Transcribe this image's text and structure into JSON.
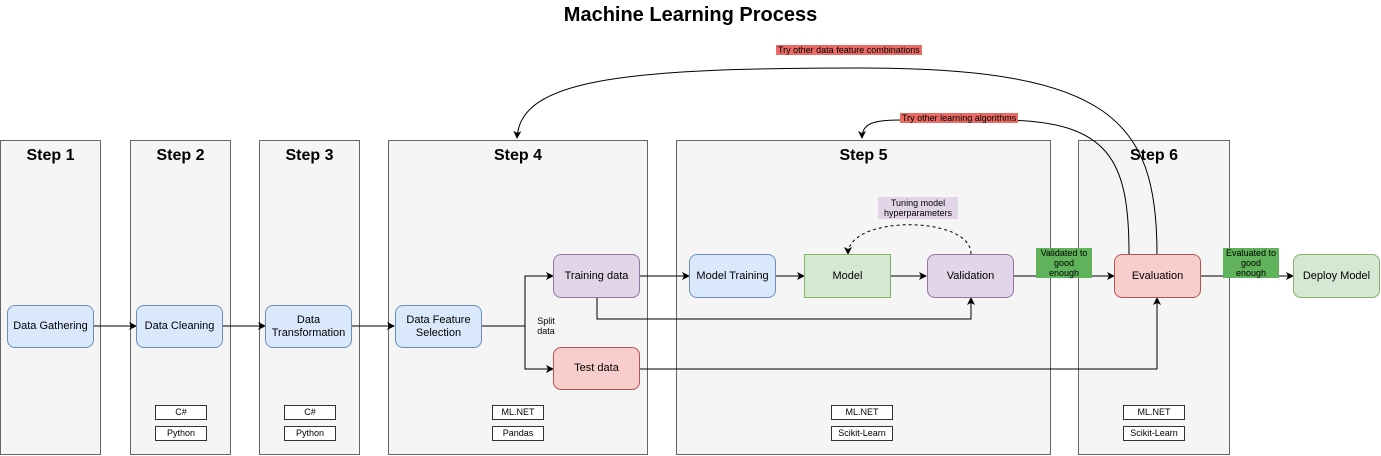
{
  "title": "Machine Learning Process",
  "steps": [
    {
      "label": "Step 1"
    },
    {
      "label": "Step 2"
    },
    {
      "label": "Step 3"
    },
    {
      "label": "Step 4"
    },
    {
      "label": "Step 5"
    },
    {
      "label": "Step 6"
    }
  ],
  "nodes": {
    "data_gathering": "Data Gathering",
    "data_cleaning": "Data Cleaning",
    "data_transformation": "Data Transformation",
    "data_feature_selection": "Data Feature Selection",
    "training_data": "Training data",
    "test_data": "Test data",
    "model_training": "Model Training",
    "model": "Model",
    "validation": "Validation",
    "evaluation": "Evaluation",
    "deploy_model": "Deploy Model"
  },
  "tools": {
    "step2": [
      "C#",
      "Python"
    ],
    "step3": [
      "C#",
      "Python"
    ],
    "step4": [
      "ML.NET",
      "Pandas"
    ],
    "step5": [
      "ML.NET",
      "Scikit-Learn"
    ],
    "step6": [
      "ML.NET",
      "Scikit-Learn"
    ]
  },
  "edge_labels": {
    "split_data": "Split data",
    "try_feature_combinations": "Try other data feature combinations",
    "try_learning_algorithms": "Try other learning algorithms",
    "tuning_hyperparameters": "Tuning model hyperparameters",
    "validated_good_enough": "Validated to good enough",
    "evaluated_good_enough": "Evaluated to good enough"
  },
  "colors": {
    "blue_fill": "#dae8fc",
    "blue_stroke": "#6c8ebf",
    "purple_fill": "#e1d5e7",
    "purple_stroke": "#9673a6",
    "red_fill": "#f8cecc",
    "red_stroke": "#b85450",
    "green_fill": "#d5e8d4",
    "green_stroke": "#82b366",
    "label_red": "#ea6b66",
    "label_green": "#60b35a",
    "lane_fill": "#f5f5f5"
  }
}
